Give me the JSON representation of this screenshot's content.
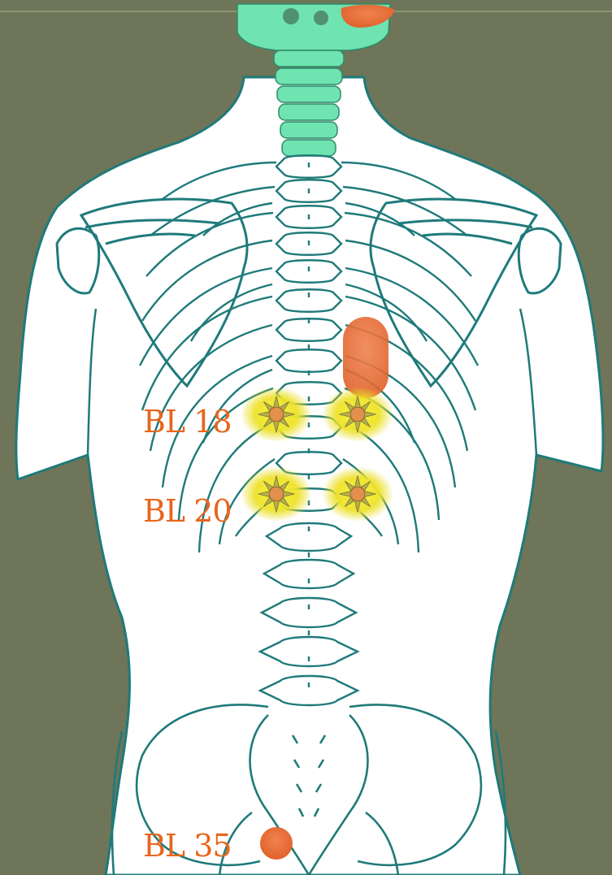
{
  "colors": {
    "background": "#6e7558",
    "body_fill": "#ffffff",
    "outline": "#1f7a7a",
    "cervical_spine": "#6fe3b0",
    "pain_area": "#e8651c",
    "acupoint_glow": "#f2ea2a",
    "acupoint_star": "#9a9a4a",
    "label": "#e8651c"
  },
  "figure": {
    "subject": "posterior-torso-skeleton",
    "highlighted_region": "cervical-spine"
  },
  "acupoints": [
    {
      "label": "BL 18",
      "marker": "sun-icon",
      "pair": true
    },
    {
      "label": "BL 20",
      "marker": "sun-icon",
      "pair": true
    },
    {
      "label": "BL 35",
      "marker": "dot",
      "pair": false
    }
  ]
}
